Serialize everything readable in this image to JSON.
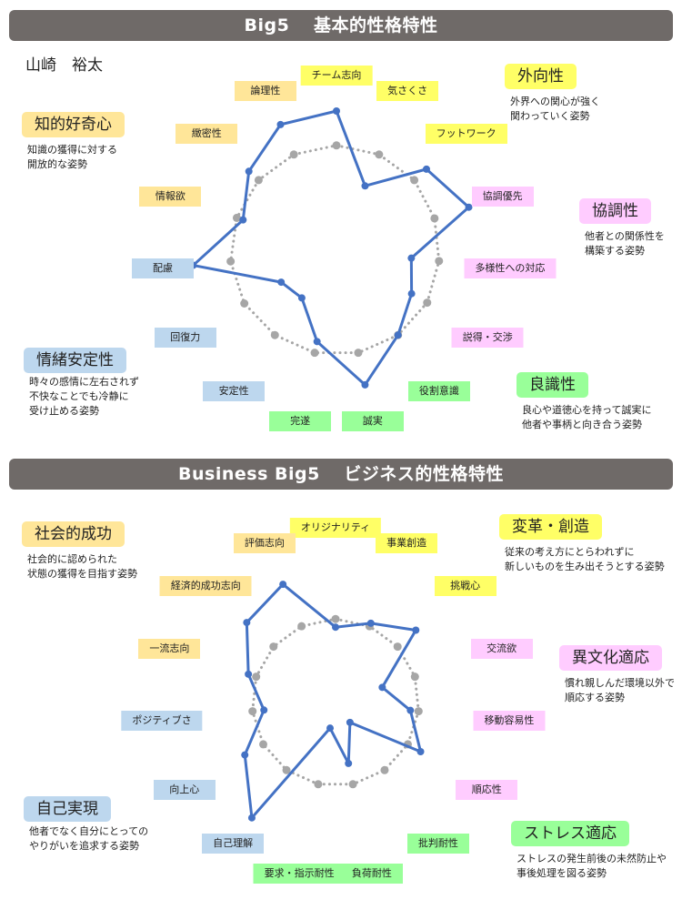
{
  "person_name": "山崎　裕太",
  "sections": [
    {
      "title": "Big5　 基本的性格特性",
      "categories": [
        {
          "title": "外向性",
          "desc": "外界への関心が強く\n関わっていく姿勢",
          "color": "#ffff66"
        },
        {
          "title": "協調性",
          "desc": "他者との関係性を\n構築する姿勢",
          "color": "#ffccff"
        },
        {
          "title": "良識性",
          "desc": "良心や道徳心を持って誠実に\n他者や事柄と向き合う姿勢",
          "color": "#99ff99"
        },
        {
          "title": "情緒安定性",
          "desc": "時々の感情に左右されず\n不快なことでも冷静に\n受け止める姿勢",
          "color": "#bdd7ee"
        },
        {
          "title": "知的好奇心",
          "desc": "知識の獲得に対する\n開放的な姿勢",
          "color": "#ffe699"
        }
      ]
    },
    {
      "title": "Business Big5　 ビジネス的性格特性",
      "categories": [
        {
          "title": "変革・創造",
          "desc": "従来の考え方にとらわれずに\n新しいものを生み出そうとする姿勢",
          "color": "#ffff66"
        },
        {
          "title": "異文化適応",
          "desc": "慣れ親しんだ環境以外で\n順応する姿勢",
          "color": "#ffccff"
        },
        {
          "title": "ストレス適応",
          "desc": "ストレスの発生前後の未然防止や\n事後処理を図る姿勢",
          "color": "#99ff99"
        },
        {
          "title": "自己実現",
          "desc": "他者でなく自分にとっての\nやりがいを追求する姿勢",
          "color": "#bdd7ee"
        },
        {
          "title": "社会的成功",
          "desc": "社会的に認められた\n状態の獲得を目指す姿勢",
          "color": "#ffe699"
        }
      ]
    }
  ],
  "chart_data": [
    {
      "type": "radar",
      "title": "Big5　 基本的性格特性",
      "axes": [
        "チーム志向",
        "気さくさ",
        "フットワーク",
        "協調優先",
        "多様性への対応",
        "説得・交渉",
        "役割意識",
        "誠実",
        "完遂",
        "安定性",
        "回復力",
        "配慮",
        "情報欲",
        "緻密性",
        "論理性"
      ],
      "axis_category": [
        0,
        0,
        0,
        1,
        1,
        1,
        2,
        2,
        2,
        3,
        3,
        3,
        4,
        4,
        4
      ],
      "range": [
        0,
        10
      ],
      "series": [
        {
          "style": "solid",
          "color": "#4472c4",
          "values": [
            8.5,
            4.3,
            7.4,
            8.5,
            4.6,
            5.3,
            6.4,
            8.4,
            5.7,
            3.6,
            3.9,
            8.8,
            6.0,
            7.2,
            8.4
          ]
        },
        {
          "style": "dotted",
          "color": "#a6a6a6",
          "values": [
            6.4,
            6.4,
            6.4,
            6.3,
            6.3,
            6.4,
            6.4,
            6.4,
            6.4,
            6.4,
            6.5,
            6.5,
            6.4,
            6.4,
            6.4
          ]
        }
      ]
    },
    {
      "type": "radar",
      "title": "Business Big5　 ビジネス的性格特性",
      "axes": [
        "オリジナリティ",
        "事業創造",
        "挑戦心",
        "交流欲",
        "移動容易性",
        "順応性",
        "批判耐性",
        "負荷耐性",
        "要求・指示耐性",
        "自己理解",
        "向上心",
        "ポジティブさ",
        "一流志向",
        "経済的成功志向",
        "評価志向"
      ],
      "axis_category": [
        0,
        0,
        0,
        1,
        1,
        1,
        2,
        2,
        2,
        3,
        3,
        3,
        4,
        4,
        4
      ],
      "range": [
        0,
        10
      ],
      "series": [
        {
          "style": "solid",
          "color": "#4472c4",
          "values": [
            4.6,
            5.3,
            6.6,
            3.0,
            4.6,
            6.0,
            1.5,
            3.8,
            1.6,
            8.7,
            6.4,
            4.4,
            5.6,
            7.3,
            7.9
          ]
        },
        {
          "style": "dotted",
          "color": "#a6a6a6",
          "values": [
            5.1,
            5.1,
            5.1,
            5.1,
            5.1,
            5.1,
            5.1,
            5.1,
            5.1,
            5.1,
            5.1,
            5.1,
            5.1,
            5.1,
            5.1
          ]
        }
      ]
    }
  ]
}
